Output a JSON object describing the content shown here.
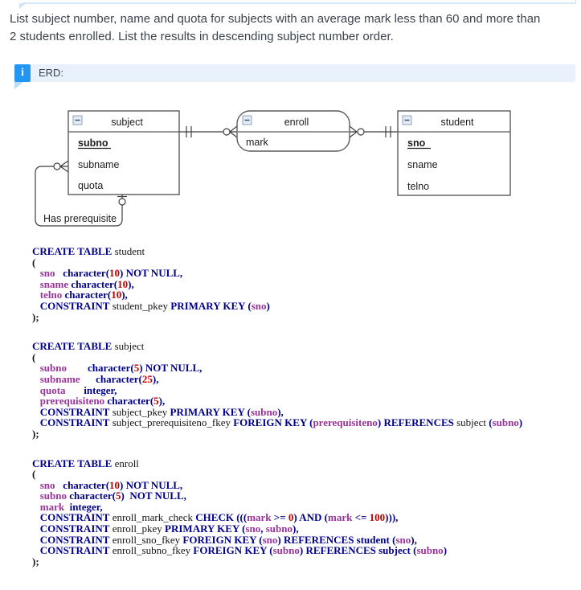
{
  "question": {
    "line1": "List subject number, name and quota for subjects with an average mark less than 60 and more than",
    "line2": "2 students enrolled. List the results in descending subject number order."
  },
  "banner": {
    "icon_glyph": "i",
    "label": "ERD:"
  },
  "colors": {
    "banner_accent": "#2196f3",
    "banner_bg": "#e9f2fc",
    "sql_keyword": "#00008b",
    "sql_identifier": "#993399",
    "sql_number": "#c00000"
  },
  "erd": {
    "entities": {
      "subject": {
        "title": "subject",
        "attr1": "subno",
        "attr2": "subname",
        "attr3": "quota"
      },
      "enroll": {
        "title": "enroll",
        "attr1": "mark"
      },
      "student": {
        "title": "student",
        "attr1": "sno",
        "attr2": "sname",
        "attr3": "telno"
      }
    },
    "self_relationship": {
      "label": "Has prerequisite"
    }
  },
  "sql": {
    "sections": [
      {
        "name": "create-table-student",
        "lines": [
          [
            {
              "c": "k",
              "t": "CREATE TABLE"
            },
            {
              "c": "p",
              "t": " student"
            }
          ],
          [
            {
              "c": "b",
              "t": "("
            }
          ],
          [
            {
              "c": "p",
              "t": "   "
            },
            {
              "c": "i",
              "t": "sno"
            },
            {
              "c": "p",
              "t": "   "
            },
            {
              "c": "k",
              "t": "character("
            },
            {
              "c": "n",
              "t": "10"
            },
            {
              "c": "k",
              "t": ") NOT NULL,"
            }
          ],
          [
            {
              "c": "p",
              "t": "   "
            },
            {
              "c": "i",
              "t": "sname"
            },
            {
              "c": "p",
              "t": " "
            },
            {
              "c": "k",
              "t": "character("
            },
            {
              "c": "n",
              "t": "10"
            },
            {
              "c": "k",
              "t": "),"
            }
          ],
          [
            {
              "c": "p",
              "t": "   "
            },
            {
              "c": "i",
              "t": "telno"
            },
            {
              "c": "p",
              "t": " "
            },
            {
              "c": "k",
              "t": "character("
            },
            {
              "c": "n",
              "t": "10"
            },
            {
              "c": "k",
              "t": "),"
            }
          ],
          [
            {
              "c": "p",
              "t": "   "
            },
            {
              "c": "k",
              "t": "CONSTRAINT"
            },
            {
              "c": "p",
              "t": " student_pkey "
            },
            {
              "c": "k",
              "t": "PRIMARY KEY"
            },
            {
              "c": "k",
              "t": " ("
            },
            {
              "c": "i",
              "t": "sno"
            },
            {
              "c": "k",
              "t": ")"
            }
          ],
          [
            {
              "c": "b",
              "t": ");"
            }
          ]
        ]
      },
      {
        "name": "create-table-subject",
        "lines": [
          [
            {
              "c": "k",
              "t": "CREATE TABLE"
            },
            {
              "c": "p",
              "t": " subject"
            }
          ],
          [
            {
              "c": "b",
              "t": "("
            }
          ],
          [
            {
              "c": "p",
              "t": "   "
            },
            {
              "c": "i",
              "t": "subno"
            },
            {
              "c": "p",
              "t": "        "
            },
            {
              "c": "k",
              "t": "character("
            },
            {
              "c": "n",
              "t": "5"
            },
            {
              "c": "k",
              "t": ") NOT NULL,"
            }
          ],
          [
            {
              "c": "p",
              "t": "   "
            },
            {
              "c": "i",
              "t": "subname"
            },
            {
              "c": "p",
              "t": "      "
            },
            {
              "c": "k",
              "t": "character("
            },
            {
              "c": "n",
              "t": "25"
            },
            {
              "c": "k",
              "t": "),"
            }
          ],
          [
            {
              "c": "p",
              "t": "   "
            },
            {
              "c": "i",
              "t": "quota"
            },
            {
              "c": "p",
              "t": "       "
            },
            {
              "c": "k",
              "t": "integer,"
            }
          ],
          [
            {
              "c": "p",
              "t": "   "
            },
            {
              "c": "i",
              "t": "prerequisiteno"
            },
            {
              "c": "p",
              "t": " "
            },
            {
              "c": "k",
              "t": "character("
            },
            {
              "c": "n",
              "t": "5"
            },
            {
              "c": "k",
              "t": "),"
            }
          ],
          [
            {
              "c": "p",
              "t": "   "
            },
            {
              "c": "k",
              "t": "CONSTRAINT"
            },
            {
              "c": "p",
              "t": " subject_pkey "
            },
            {
              "c": "k",
              "t": "PRIMARY KEY"
            },
            {
              "c": "k",
              "t": " ("
            },
            {
              "c": "i",
              "t": "subno"
            },
            {
              "c": "k",
              "t": "),"
            }
          ],
          [
            {
              "c": "p",
              "t": "   "
            },
            {
              "c": "k",
              "t": "CONSTRAINT"
            },
            {
              "c": "p",
              "t": " subject_prerequisiteno_fkey "
            },
            {
              "c": "k",
              "t": "FOREIGN KEY"
            },
            {
              "c": "k",
              "t": " ("
            },
            {
              "c": "i",
              "t": "prerequisiteno"
            },
            {
              "c": "k",
              "t": ") "
            },
            {
              "c": "k",
              "t": "REFERENCES"
            },
            {
              "c": "p",
              "t": " subject "
            },
            {
              "c": "k",
              "t": "("
            },
            {
              "c": "i",
              "t": "subno"
            },
            {
              "c": "k",
              "t": ")"
            }
          ],
          [
            {
              "c": "b",
              "t": ");"
            }
          ]
        ]
      },
      {
        "name": "create-table-enroll",
        "lines": [
          [
            {
              "c": "k",
              "t": "CREATE TABLE"
            },
            {
              "c": "p",
              "t": " enroll"
            }
          ],
          [
            {
              "c": "b",
              "t": "("
            }
          ],
          [
            {
              "c": "p",
              "t": "   "
            },
            {
              "c": "i",
              "t": "sno"
            },
            {
              "c": "p",
              "t": "   "
            },
            {
              "c": "k",
              "t": "character("
            },
            {
              "c": "n",
              "t": "10"
            },
            {
              "c": "k",
              "t": ") NOT NULL,"
            }
          ],
          [
            {
              "c": "p",
              "t": "   "
            },
            {
              "c": "i",
              "t": "subno"
            },
            {
              "c": "p",
              "t": " "
            },
            {
              "c": "k",
              "t": "character("
            },
            {
              "c": "n",
              "t": "5"
            },
            {
              "c": "k",
              "t": ")  NOT NULL,"
            }
          ],
          [
            {
              "c": "p",
              "t": "   "
            },
            {
              "c": "i",
              "t": "mark"
            },
            {
              "c": "p",
              "t": "  "
            },
            {
              "c": "k",
              "t": "integer,"
            }
          ],
          [
            {
              "c": "p",
              "t": "   "
            },
            {
              "c": "k",
              "t": "CONSTRAINT"
            },
            {
              "c": "p",
              "t": " enroll_mark_check "
            },
            {
              "c": "k",
              "t": "CHECK"
            },
            {
              "c": "k",
              "t": " ((("
            },
            {
              "c": "i",
              "t": "mark"
            },
            {
              "c": "k",
              "t": " >= "
            },
            {
              "c": "n",
              "t": "0"
            },
            {
              "c": "k",
              "t": ") AND ("
            },
            {
              "c": "i",
              "t": "mark"
            },
            {
              "c": "k",
              "t": " <= "
            },
            {
              "c": "n",
              "t": "100"
            },
            {
              "c": "k",
              "t": "))),"
            }
          ],
          [
            {
              "c": "p",
              "t": "   "
            },
            {
              "c": "k",
              "t": "CONSTRAINT"
            },
            {
              "c": "p",
              "t": " enroll_pkey "
            },
            {
              "c": "k",
              "t": "PRIMARY KEY"
            },
            {
              "c": "k",
              "t": " ("
            },
            {
              "c": "i",
              "t": "sno"
            },
            {
              "c": "k",
              "t": ", "
            },
            {
              "c": "i",
              "t": "subno"
            },
            {
              "c": "k",
              "t": "),"
            }
          ],
          [
            {
              "c": "p",
              "t": "   "
            },
            {
              "c": "k",
              "t": "CONSTRAINT"
            },
            {
              "c": "p",
              "t": " enroll_sno_fkey "
            },
            {
              "c": "k",
              "t": "FOREIGN KEY"
            },
            {
              "c": "k",
              "t": " ("
            },
            {
              "c": "i",
              "t": "sno"
            },
            {
              "c": "k",
              "t": ") "
            },
            {
              "c": "k",
              "t": "REFERENCES student "
            },
            {
              "c": "k",
              "t": "("
            },
            {
              "c": "i",
              "t": "sno"
            },
            {
              "c": "k",
              "t": "),"
            }
          ],
          [
            {
              "c": "p",
              "t": "   "
            },
            {
              "c": "k",
              "t": "CONSTRAINT"
            },
            {
              "c": "p",
              "t": " enroll_subno_fkey "
            },
            {
              "c": "k",
              "t": "FOREIGN KEY"
            },
            {
              "c": "k",
              "t": " ("
            },
            {
              "c": "i",
              "t": "subno"
            },
            {
              "c": "k",
              "t": ") "
            },
            {
              "c": "k",
              "t": "REFERENCES subject "
            },
            {
              "c": "k",
              "t": "("
            },
            {
              "c": "i",
              "t": "subno"
            },
            {
              "c": "k",
              "t": ")"
            }
          ],
          [
            {
              "c": "b",
              "t": ");"
            }
          ]
        ]
      }
    ]
  }
}
